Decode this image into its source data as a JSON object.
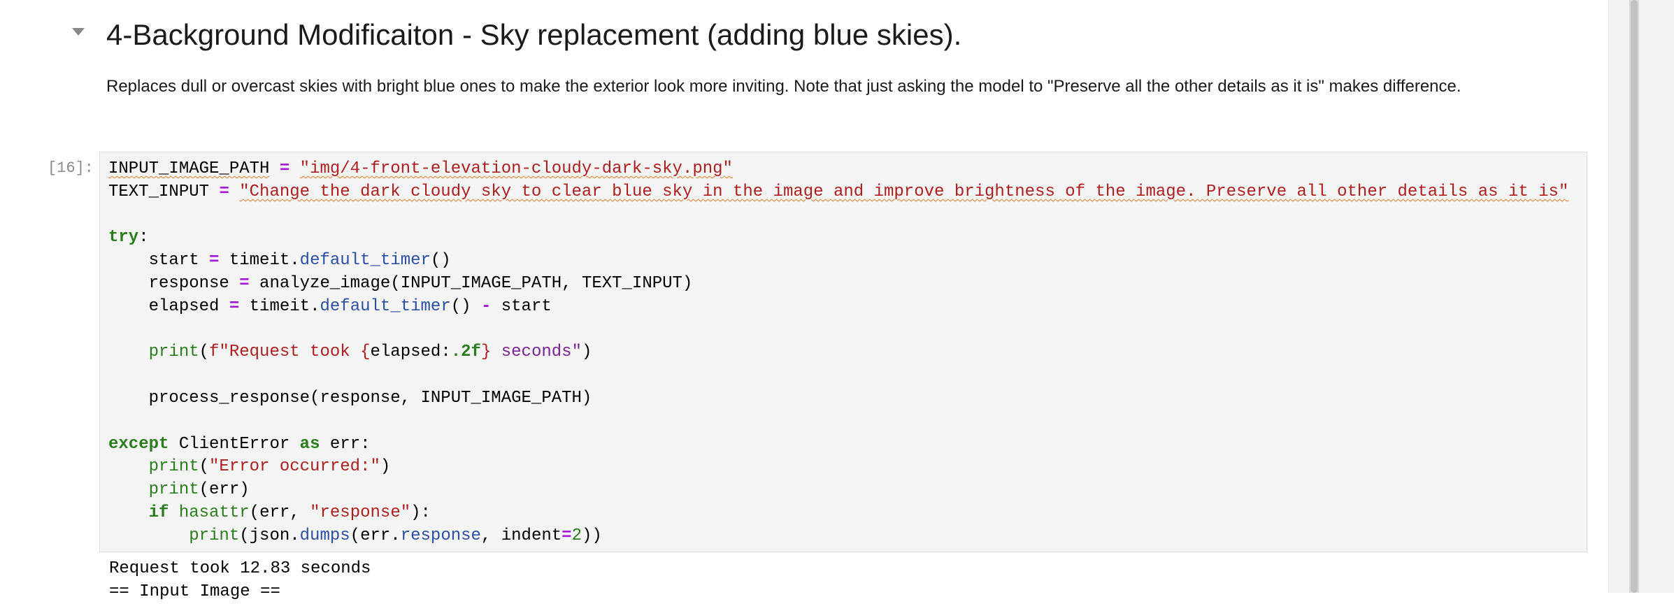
{
  "section": {
    "heading": "4-Background Modificaiton - Sky replacement (adding blue skies).",
    "description": "Replaces dull or overcast skies with bright blue ones to make the exterior look more inviting. Note that just asking the model to \"Preserve all the other details as it is\" makes difference."
  },
  "cell": {
    "prompt": "[16]:",
    "code": {
      "input_image_path_var": "INPUT_IMAGE_PATH",
      "input_image_path_value": "\"img/4-front-elevation-cloudy-dark-sky.png\"",
      "text_input_var": "TEXT_INPUT",
      "text_input_value": "\"Change the dark cloudy sky to clear blue sky in the image and improve brightness of the image. Preserve all other details as it is\"",
      "try_keyword": "try",
      "start_var": "start",
      "timeit_module": "timeit",
      "default_timer_fn": "default_timer",
      "response_var": "response",
      "analyze_fn": "analyze_image",
      "elapsed_var": "elapsed",
      "print_fn": "print",
      "fstring_prefix": "f\"Request took ",
      "fstring_expr": "elapsed",
      "fstring_format": ".2f",
      "fstring_suffix": " seconds\"",
      "process_fn": "process_response",
      "except_keyword": "except",
      "exception_class": "ClientError",
      "as_keyword": "as",
      "err_var": "err",
      "error_message": "\"Error occurred:\"",
      "if_keyword": "if",
      "hasattr_fn": "hasattr",
      "response_attr_string": "\"response\"",
      "json_module": "json",
      "dumps_fn": "dumps",
      "response_attr": "response",
      "indent_kw": "indent",
      "indent_value": "2"
    }
  },
  "output": {
    "lines": [
      "Request took 12.83 seconds",
      "== Input Image =="
    ]
  }
}
